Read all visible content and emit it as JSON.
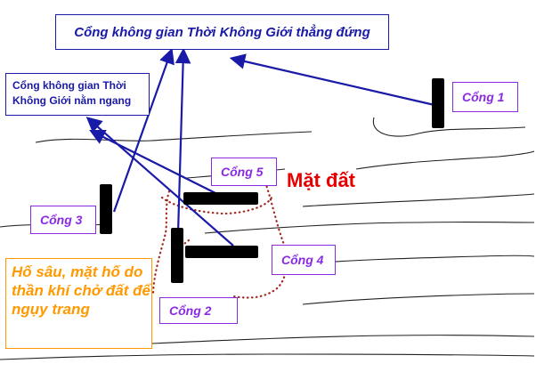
{
  "title": "Cổng không gian Thời Không Giới thẳng đứng",
  "horizontal_gate_label": "Cổng không gian Thời Không Giới nằm ngang",
  "gates": {
    "gate1": "Cổng 1",
    "gate2": "Cổng 2",
    "gate3": "Cổng 3",
    "gate4": "Cổng 4",
    "gate5": "Cổng 5"
  },
  "surface_label": "Mặt đất",
  "pit_note": "Hố sâu, mặt hố do thần khí chở đất để ngụy trang",
  "colors": {
    "arrow": "#1a1aa8",
    "gate_bar": "#000000",
    "gate_label": "#8a2be2",
    "surface": "#e60000",
    "pit_outline": "#a0281e",
    "pit_note": "#ff9900"
  }
}
